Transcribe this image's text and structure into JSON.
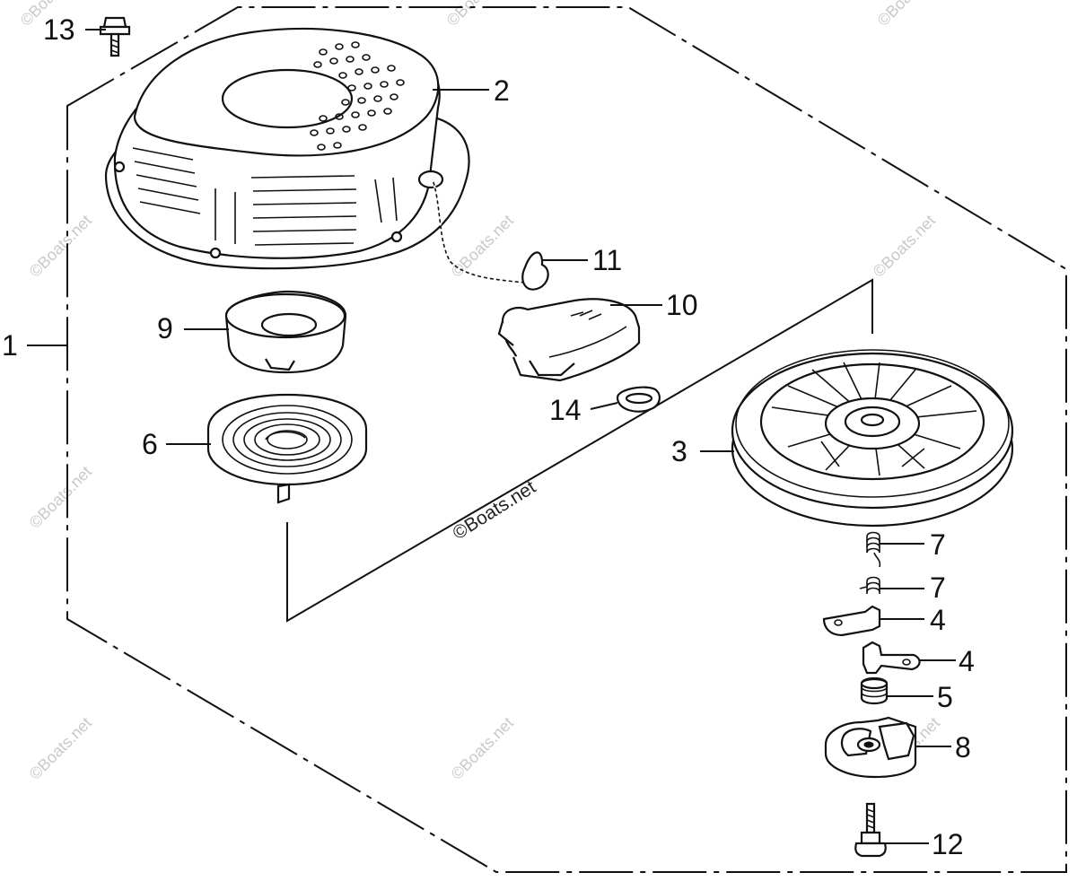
{
  "callouts": [
    {
      "id": "1",
      "label": "1"
    },
    {
      "id": "2",
      "label": "2"
    },
    {
      "id": "3",
      "label": "3"
    },
    {
      "id": "4a",
      "label": "4"
    },
    {
      "id": "4b",
      "label": "4"
    },
    {
      "id": "5",
      "label": "5"
    },
    {
      "id": "6",
      "label": "6"
    },
    {
      "id": "7a",
      "label": "7"
    },
    {
      "id": "7b",
      "label": "7"
    },
    {
      "id": "8",
      "label": "8"
    },
    {
      "id": "9",
      "label": "9"
    },
    {
      "id": "10",
      "label": "10"
    },
    {
      "id": "11",
      "label": "11"
    },
    {
      "id": "12",
      "label": "12"
    },
    {
      "id": "13",
      "label": "13"
    },
    {
      "id": "14",
      "label": "14"
    }
  ],
  "watermark": {
    "main": "©Boats.net",
    "faint": "©Boats.net"
  },
  "colors": {
    "line": "#111111",
    "background": "#ffffff",
    "watermark": "#c9c9c9"
  }
}
